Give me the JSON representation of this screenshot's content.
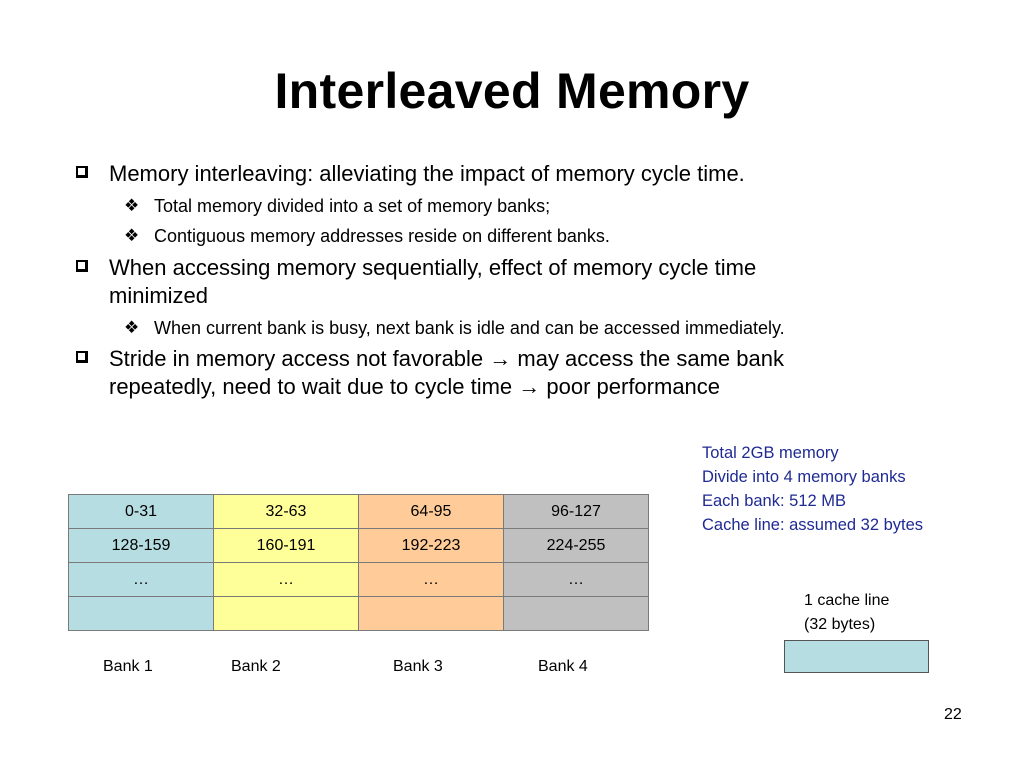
{
  "title": "Interleaved Memory",
  "bullets": [
    {
      "text": "Memory interleaving: alleviating the impact of memory cycle time.",
      "sub": [
        "Total memory divided into a set of memory banks;",
        "Contiguous memory addresses reside on different banks."
      ]
    },
    {
      "text_line1": "When accessing memory sequentially, effect of memory cycle time",
      "text_line2": "minimized",
      "sub": [
        "When current bank is busy, next bank is idle and can be accessed immediately."
      ]
    },
    {
      "text_line1": "Stride in memory access not favorable → may access the same bank",
      "text_line2": "repeatedly, need to wait due to cycle time → poor performance"
    }
  ],
  "info": [
    "Total 2GB memory",
    "Divide into 4 memory banks",
    "Each bank: 512 MB",
    "Cache line: assumed 32 bytes"
  ],
  "table": {
    "rows": [
      [
        "0-31",
        "32-63",
        "64-95",
        "96-127"
      ],
      [
        "128-159",
        "160-191",
        "192-223",
        "224-255"
      ],
      [
        "…",
        "…",
        "…",
        "…"
      ],
      [
        "",
        "",
        "",
        ""
      ]
    ],
    "colors": [
      "#b6dde1",
      "#ffff99",
      "#ffcc99",
      "#c0c0c0"
    ]
  },
  "banks": [
    "Bank 1",
    "Bank 2",
    "Bank 3",
    "Bank 4"
  ],
  "cache_line": {
    "line1": "1 cache line",
    "line2": "(32 bytes)"
  },
  "page_number": "22"
}
